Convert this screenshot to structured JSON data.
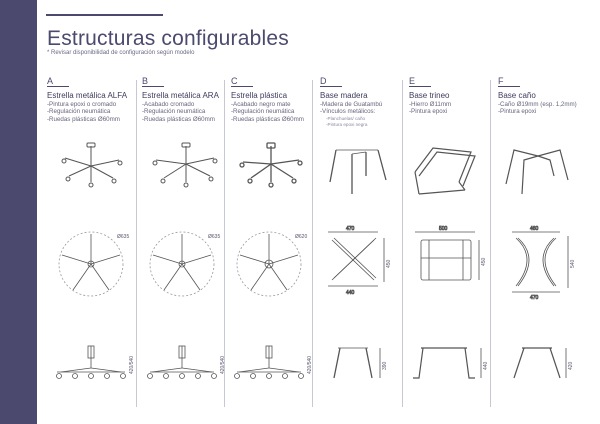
{
  "page": {
    "title": "Estructuras configurables",
    "subtitle": "* Revisar disponibilidad de configuración según modelo"
  },
  "colors": {
    "accent": "#4b4a6e",
    "line": "#555555"
  },
  "columns": [
    {
      "letter": "A",
      "name": "Estrella metálica ALFA",
      "features": [
        "-Pintura epoxi o cromado",
        "-Regulación neumática",
        "-Ruedas plásticas Ø60mm"
      ],
      "sub_features": [],
      "dims": {
        "diameter": "Ø635",
        "height": "420/540"
      }
    },
    {
      "letter": "B",
      "name": "Estrella metálica ARA",
      "features": [
        "-Acabado cromado",
        "-Regulación neumática",
        "-Ruedas plásticas Ø60mm"
      ],
      "sub_features": [],
      "dims": {
        "diameter": "Ø635",
        "height": "420/540"
      }
    },
    {
      "letter": "C",
      "name": "Estrella plástica",
      "features": [
        "-Acabado negro mate",
        "-Regulación neumática",
        "-Ruedas plásticas Ø60mm"
      ],
      "sub_features": [],
      "dims": {
        "diameter": "Ø620",
        "height": "420/540"
      }
    },
    {
      "letter": "D",
      "name": "Base madera",
      "features": [
        "-Madera de Guatambú",
        "-Vínculos metálicos:"
      ],
      "sub_features": [
        "-Planchuelas/ caño",
        "-Pintura epoxi negra"
      ],
      "dims": {
        "width_top": "470",
        "depth": "450",
        "width_bottom": "440",
        "height": "390"
      }
    },
    {
      "letter": "E",
      "name": "Base trineo",
      "features": [
        "-Hierro Ø11mm",
        "-Pintura epoxi"
      ],
      "sub_features": [],
      "dims": {
        "width_top": "500",
        "depth": "450",
        "height": "440"
      }
    },
    {
      "letter": "F",
      "name": "Base caño",
      "features": [
        "-Caño Ø19mm (esp. 1,2mm)",
        "-Pintura epoxi"
      ],
      "sub_features": [],
      "dims": {
        "width_top": "460",
        "depth": "540",
        "width_bottom": "470",
        "height": "420"
      }
    }
  ]
}
